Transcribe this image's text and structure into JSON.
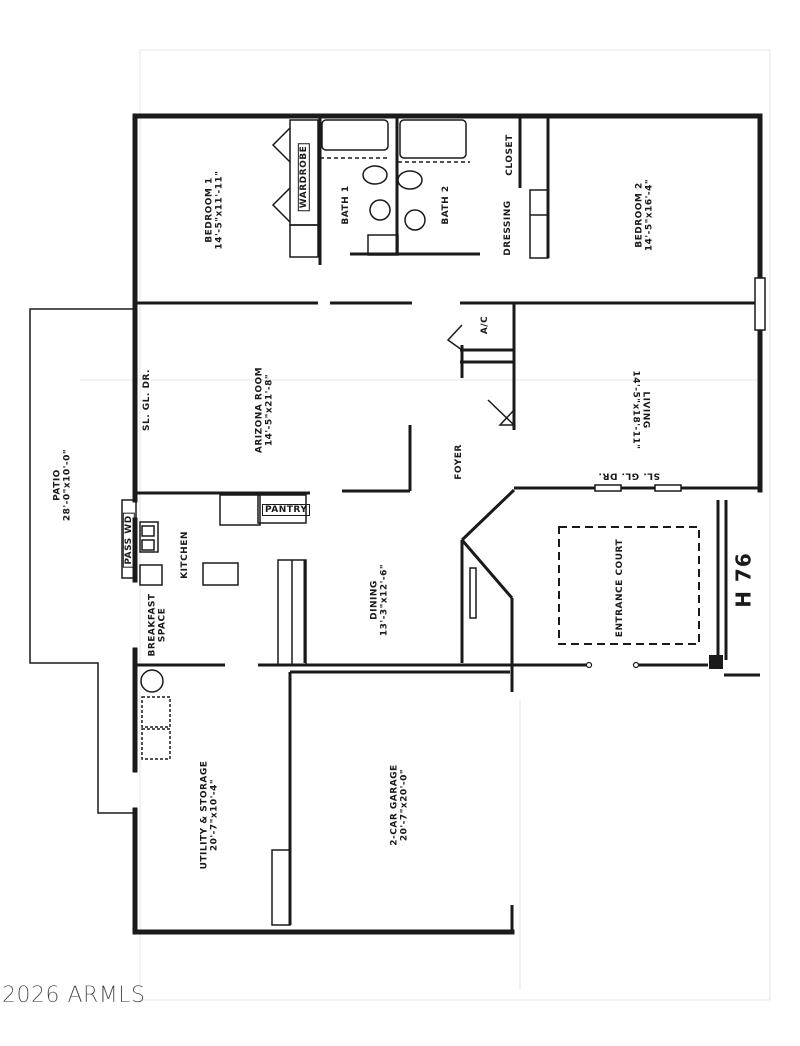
{
  "plan_id": "H 76",
  "watermark": "2026 ARMLS",
  "colors": {
    "wall": "#1a1a1a",
    "background": "#ffffff",
    "watermark": "#333333"
  },
  "rooms": {
    "bedroom1": {
      "name": "BEDROOM 1",
      "dims": "14'-5\"x11'-11\""
    },
    "wardrobe": {
      "name": "WARDROBE"
    },
    "bath1": {
      "name": "BATH 1"
    },
    "bath2": {
      "name": "BATH 2"
    },
    "dressing": {
      "name": "DRESSING"
    },
    "closet": {
      "name": "CLOSET"
    },
    "bedroom2": {
      "name": "BEDROOM 2",
      "dims": "14'-5\"x16'-4\""
    },
    "arizona_room": {
      "name": "ARIZONA ROOM",
      "dims": "14'-5\"x21'-8\""
    },
    "sl_gl_dr_1": {
      "name": "SL. GL. DR."
    },
    "ac": {
      "name": "A/C"
    },
    "foyer": {
      "name": "FOYER"
    },
    "living": {
      "name": "LIVING",
      "dims": "14'-5\"x18'-11\""
    },
    "sl_gl_dr_2": {
      "name": "SL. GL. DR."
    },
    "patio": {
      "name": "PATIO",
      "dims": "28'-0\"x10'-0\""
    },
    "pass_wd": {
      "name": "PASS WD"
    },
    "pantry": {
      "name": "PANTRY"
    },
    "kitchen": {
      "name": "KITCHEN"
    },
    "breakfast": {
      "name": "BREAKFAST",
      "name2": "SPACE"
    },
    "dining": {
      "name": "DINING",
      "dims": "13'-3\"x12'-6\""
    },
    "entrance_court": {
      "name": "ENTRANCE COURT"
    },
    "utility": {
      "name": "UTILITY & STORAGE",
      "dims": "20'-7\"x10'-4\""
    },
    "garage": {
      "name": "2-CAR GARAGE",
      "dims": "20'-7\"x20'-0\""
    }
  }
}
